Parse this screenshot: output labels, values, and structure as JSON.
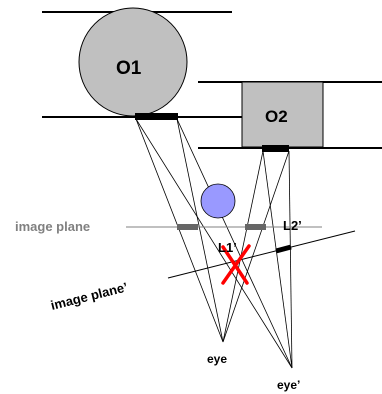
{
  "diagram": {
    "objects": {
      "o1": "O1",
      "o2": "O2"
    },
    "planes": {
      "image_plane": "image plane",
      "image_plane_prime": "image plane’"
    },
    "marks": {
      "l1_prime": "L1’",
      "l2_prime": "L2’"
    },
    "viewpoints": {
      "eye": "eye",
      "eye_prime": "eye’"
    },
    "colors": {
      "object_fill": "#c0c0c0",
      "ball_fill": "#9999ff",
      "image_plane_text": "#808080",
      "cross": "#ff0000",
      "lines": "#000000"
    }
  }
}
